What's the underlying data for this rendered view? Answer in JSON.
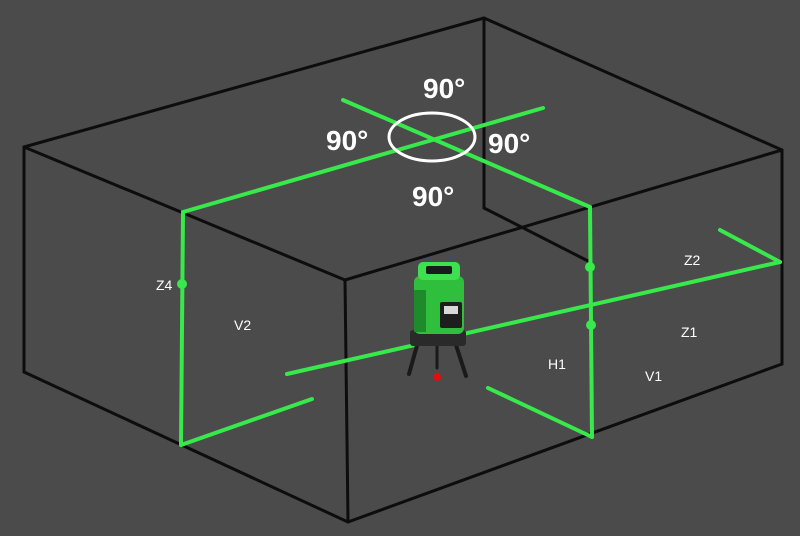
{
  "colors": {
    "background": "#4b4b4b",
    "room_edges": "#0d0d0d",
    "laser": "#37e94a",
    "label_text": "#ffffff",
    "plumb_dot": "#e01010"
  },
  "angle_labels": {
    "top": "90°",
    "left": "90°",
    "right": "90°",
    "bottom": "90°"
  },
  "zone_labels": {
    "z4": "Z4",
    "v2": "V2",
    "z2": "Z2",
    "z1": "Z1",
    "h1": "H1",
    "v1": "V1"
  },
  "device": {
    "icon": "laser-level-icon"
  }
}
